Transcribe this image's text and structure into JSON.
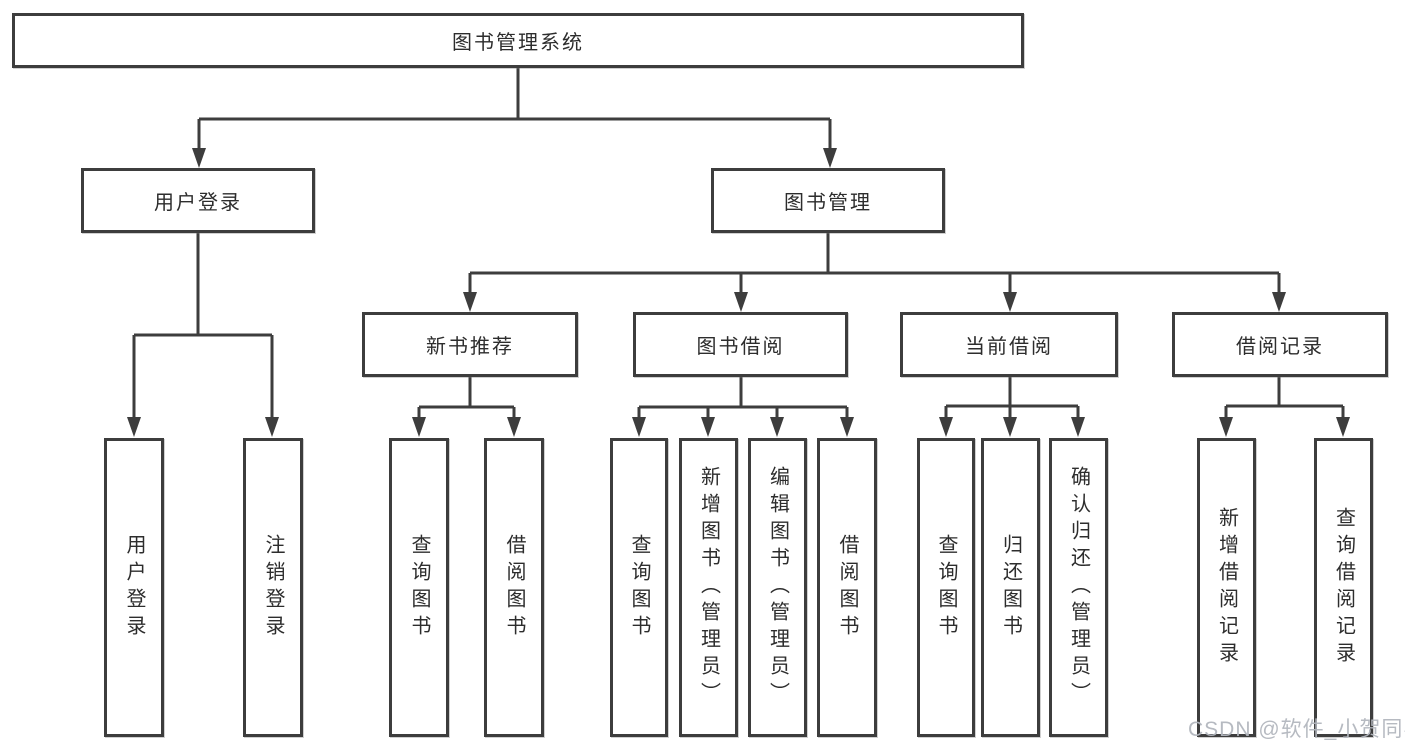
{
  "tree": {
    "root": "图书管理系统",
    "level1": [
      {
        "label": "用户登录",
        "children": [
          {
            "label": "用户登录"
          },
          {
            "label": "注销登录"
          }
        ]
      },
      {
        "label": "图书管理",
        "children": [
          {
            "label": "新书推荐",
            "children": [
              {
                "label": "查询图书"
              },
              {
                "label": "借阅图书"
              }
            ]
          },
          {
            "label": "图书借阅",
            "children": [
              {
                "label": "查询图书"
              },
              {
                "label": "新增图书（管理员）"
              },
              {
                "label": "编辑图书（管理员）"
              },
              {
                "label": "借阅图书"
              }
            ]
          },
          {
            "label": "当前借阅",
            "children": [
              {
                "label": "查询图书"
              },
              {
                "label": "归还图书"
              },
              {
                "label": "确认归还（管理员）"
              }
            ]
          },
          {
            "label": "借阅记录",
            "children": [
              {
                "label": "新增借阅记录"
              },
              {
                "label": "查询借阅记录"
              }
            ]
          }
        ]
      }
    ]
  },
  "watermark": "CSDN @软件_小贺同学",
  "colors": {
    "line": "#3d3d3d",
    "text": "#2d2d2d",
    "background": "#ffffff",
    "watermark": "#b2b6be"
  }
}
